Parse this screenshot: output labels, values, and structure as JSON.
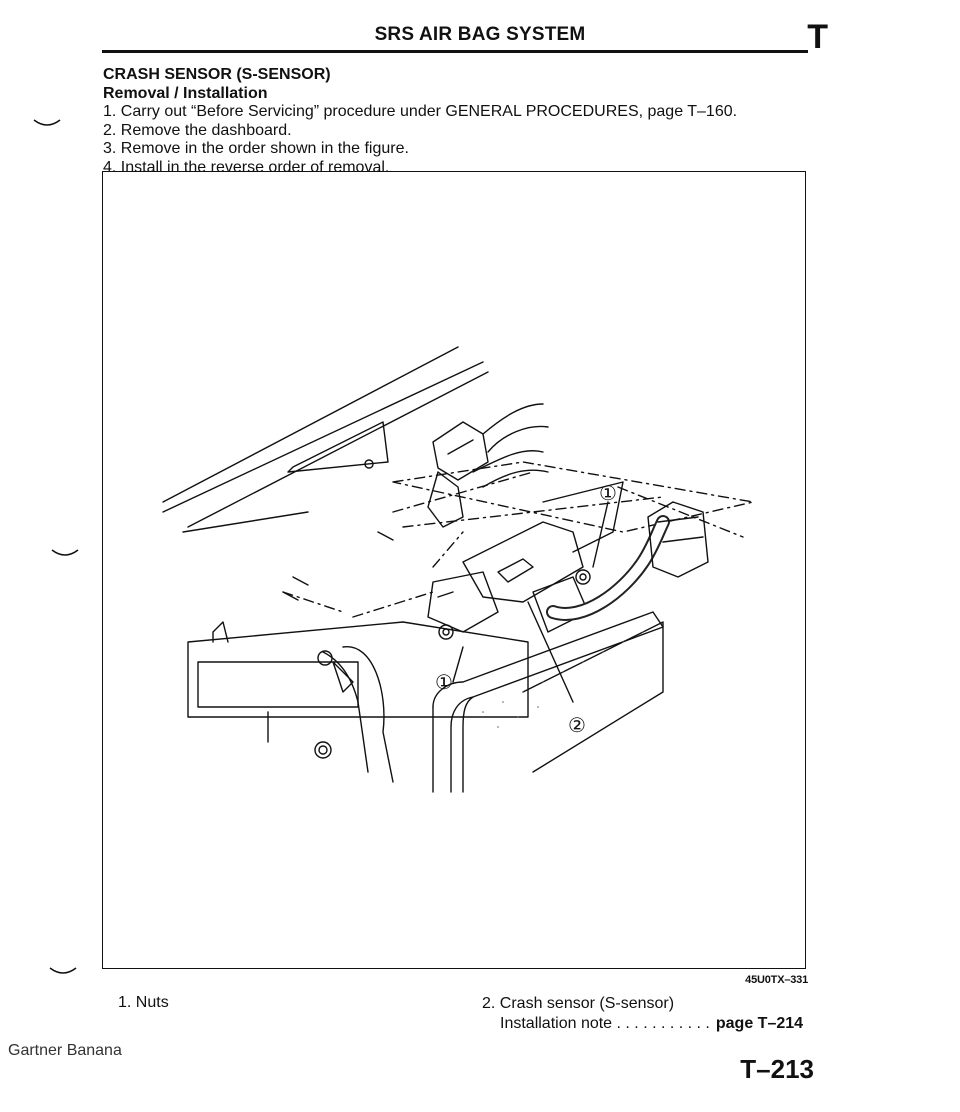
{
  "header": {
    "title": "SRS AIR BAG SYSTEM",
    "section_letter": "T"
  },
  "section": {
    "title": "CRASH SENSOR (S-SENSOR)",
    "subtitle": "Removal / Installation",
    "steps": [
      "1. Carry out “Before Servicing” procedure under GENERAL PROCEDURES, page T–160.",
      "2. Remove the dashboard.",
      "3. Remove in the order shown in the figure.",
      "4. Install in the reverse order of removal."
    ]
  },
  "figure": {
    "code": "45U0TX–331",
    "callouts": [
      "①",
      "①",
      "②"
    ]
  },
  "legend": {
    "item1": "1. Nuts",
    "item2": "2. Crash sensor (S-sensor)",
    "item2_note_label": "Installation note . . . . . . . . . . .",
    "item2_note_ref": "page T–214"
  },
  "footer": {
    "left_text": "Gartner Banana",
    "page_number": "T–213"
  }
}
